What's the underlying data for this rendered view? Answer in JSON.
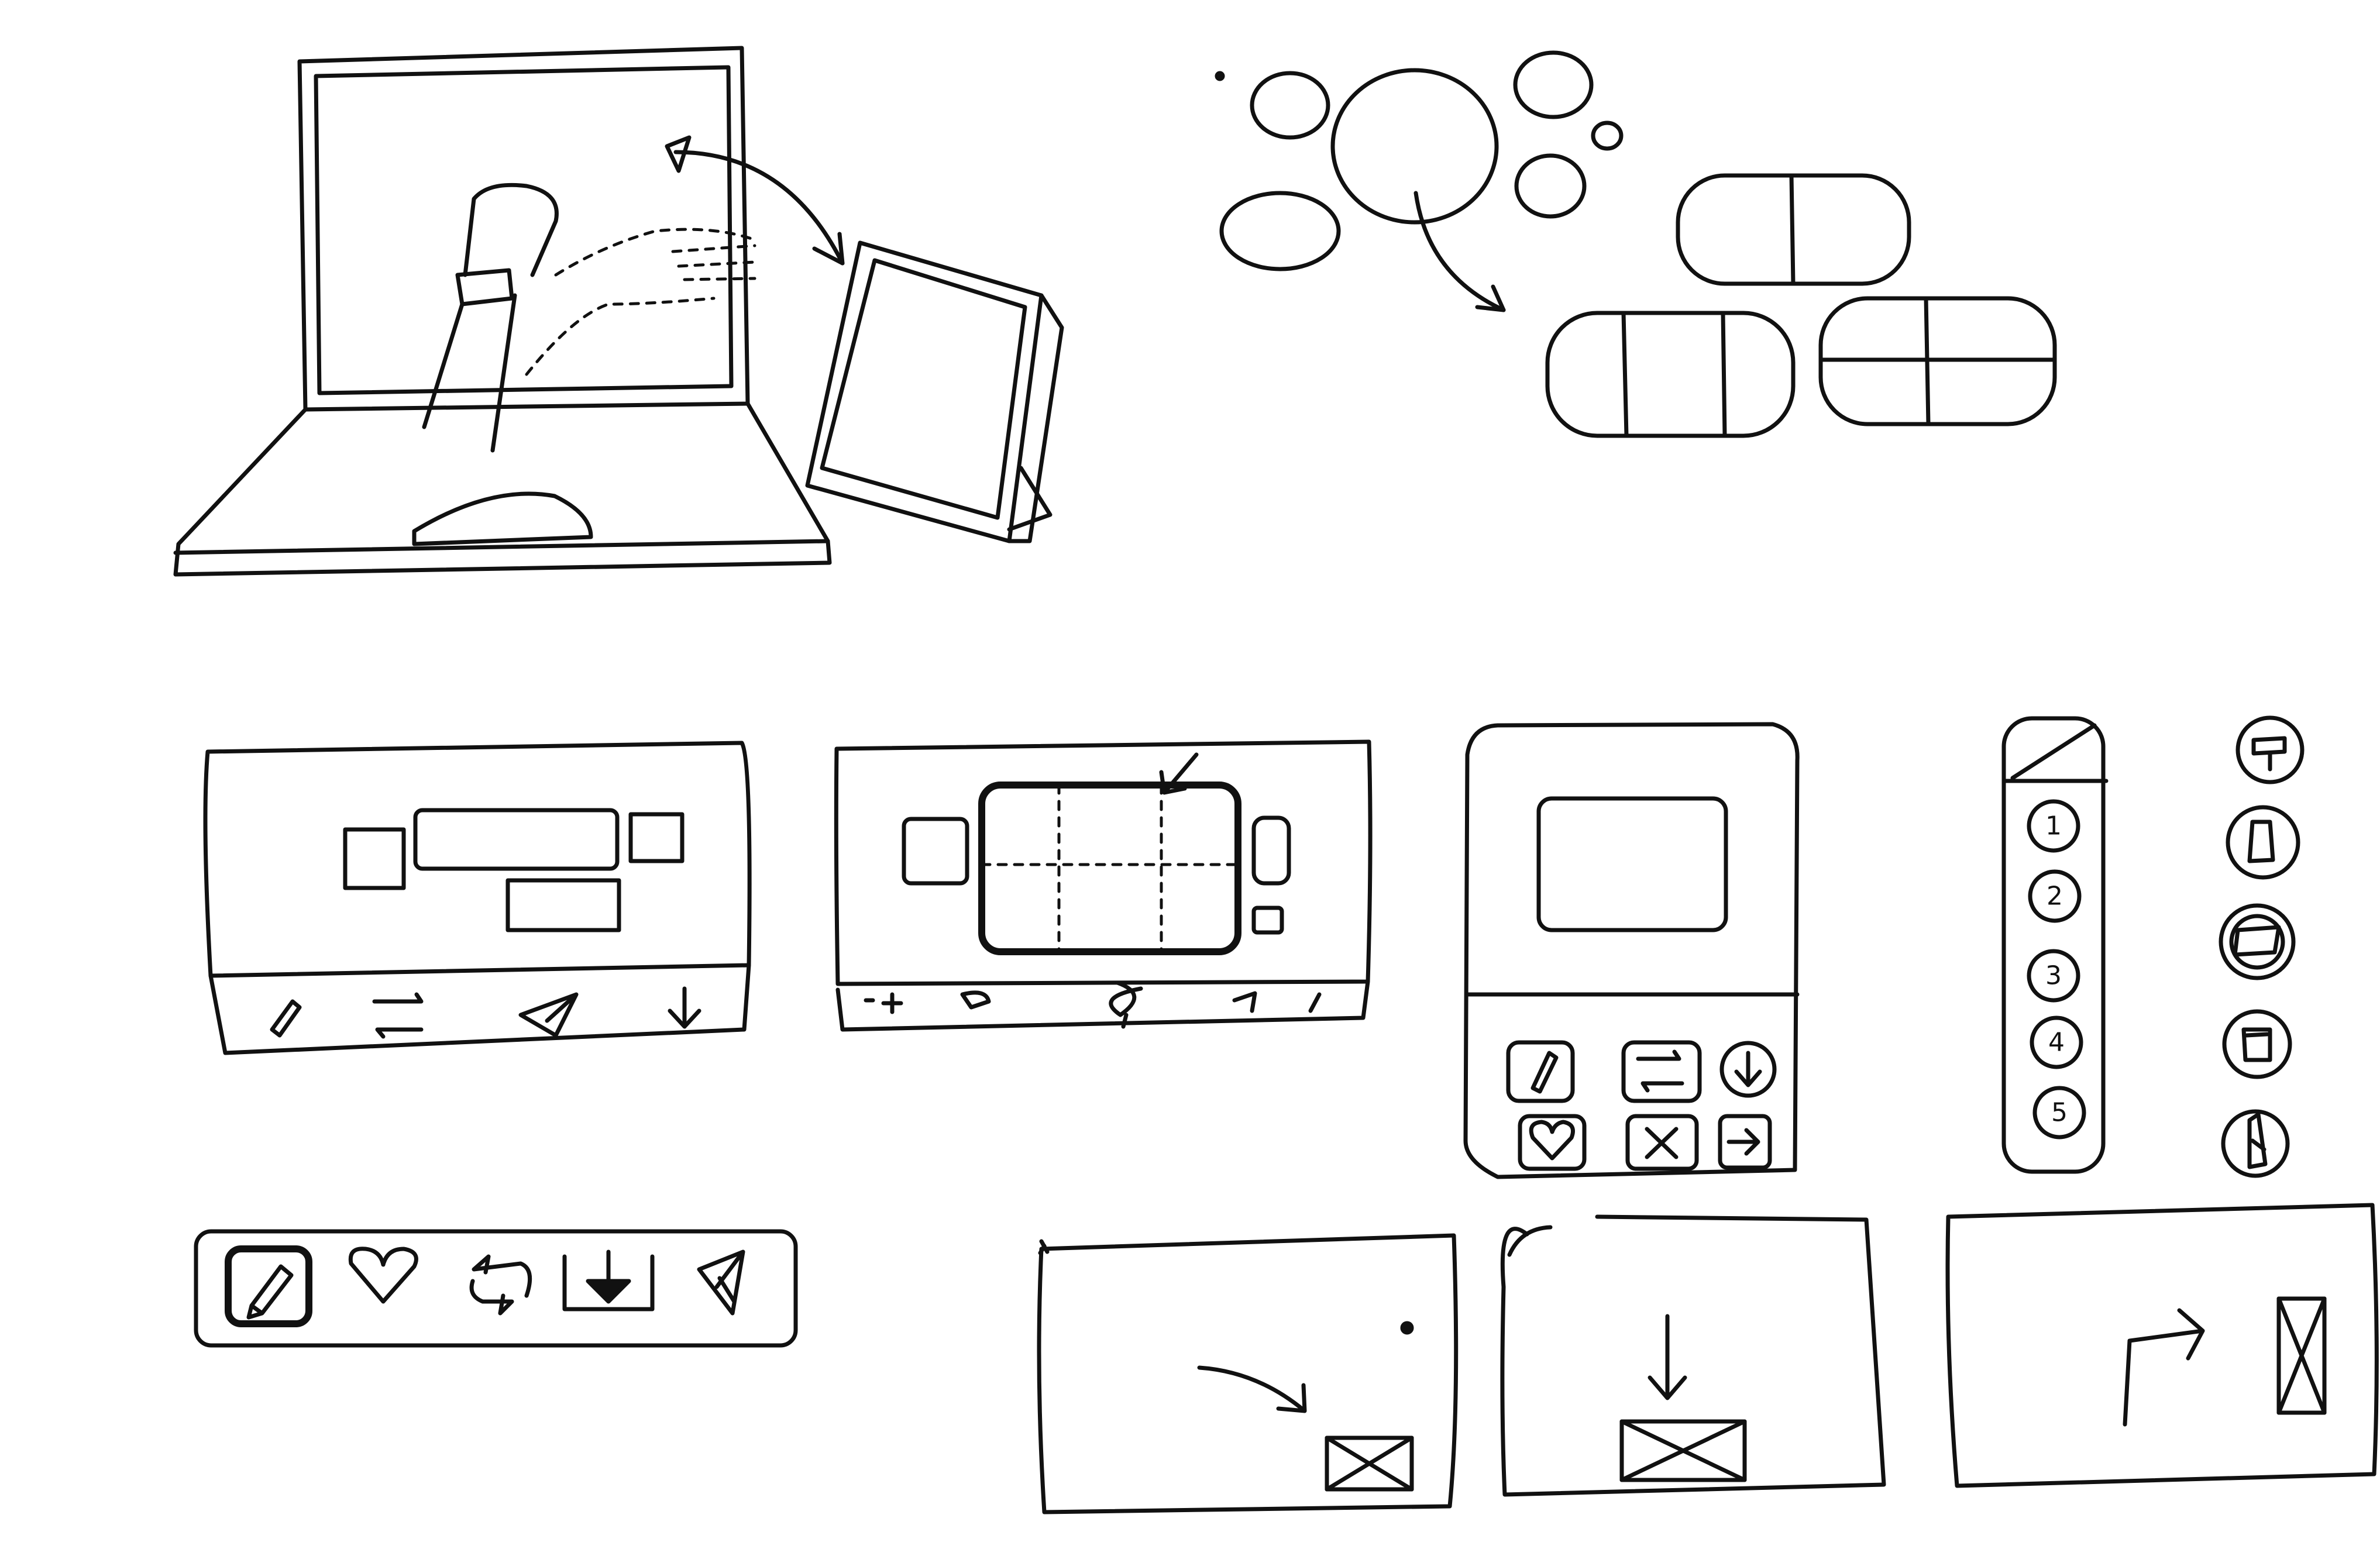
{
  "colors": {
    "ink": "#111111",
    "paper": "#ffffff"
  },
  "step_rail": {
    "labels": [
      "1",
      "2",
      "3",
      "4",
      "5"
    ]
  }
}
